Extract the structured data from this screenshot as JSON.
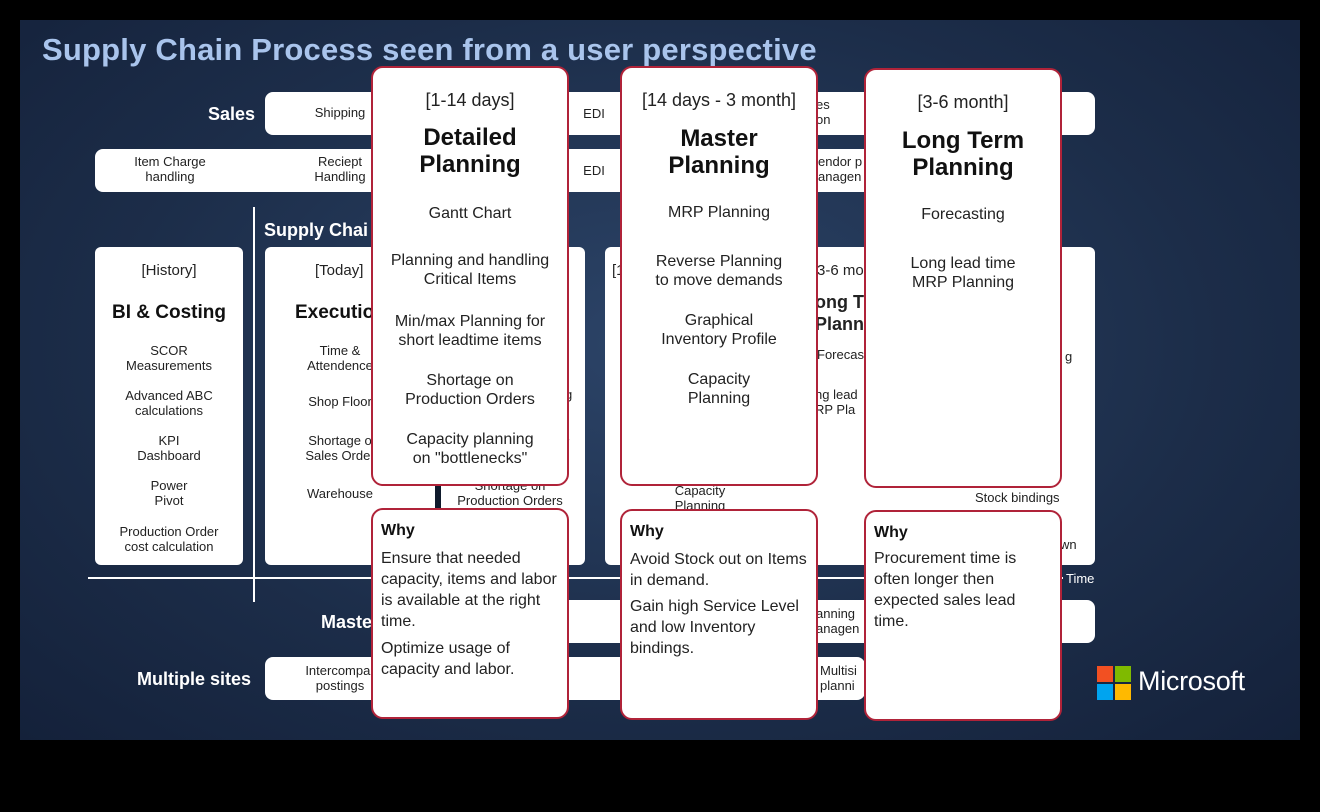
{
  "title": "Supply Chain Process seen from a user perspective",
  "rows": {
    "sales": "Sales",
    "supply_chain": "Supply Chai",
    "master": "Maste",
    "multiple_sites": "Multiple sites"
  },
  "bands": {
    "sales": {
      "shipping": "Shipping",
      "edi": "EDI",
      "right_partial": "es\non"
    },
    "receipt": {
      "item_charge": "Item Charge\nhandling",
      "receipt": "Reciept\nHandling",
      "edi": "EDI",
      "right_partial": "endor p\nanagen"
    },
    "master": {
      "right_partial": "anning\nanagen"
    },
    "multiple_sites": {
      "intercompany": "Intercompar\npostings",
      "right_partial": "Multisi\nplanni"
    }
  },
  "columns": {
    "history": {
      "range": "[History]",
      "title": "BI & Costing",
      "items": [
        "SCOR\nMeasurements",
        "Advanced ABC\ncalculations",
        "KPI\nDashboard",
        "Power\nPivot",
        "Production Order\ncost calculation"
      ]
    },
    "today": {
      "range": "[Today]",
      "title": "Executio",
      "items": [
        "Time &\nAttendence",
        "Shop Floor",
        "Shortage o\nSales Order",
        "Warehouse"
      ]
    },
    "partial_fragments": {
      "detailed_bottom": "Production Orders",
      "detailed_bottom_top": "Shortage on",
      "g_fragment": "g",
      "r_fragment": "r",
      "master_bottom": "Planning",
      "master_bottom_top": "Capacity",
      "bracket_fragment": "[1",
      "longterm_range": "3-6 mo",
      "longterm_title": "ong T\nPlanni",
      "forecast_fragment": "Forecas",
      "leadtime_fragment": "ng lead\nRP Pla",
      "right_g": "g",
      "stock_bindings": "Stock bindings",
      "own_fragment": "wn"
    }
  },
  "time_label": "Time",
  "cards": [
    {
      "range": "[1-14 days]",
      "title": "Detailed\nPlanning",
      "items": [
        "Gantt Chart",
        "Planning and handling\nCritical Items",
        "Min/max Planning for\nshort leadtime items",
        "Shortage on\nProduction Orders",
        "Capacity planning\non \"bottlenecks\""
      ],
      "why_title": "Why",
      "why": [
        "Ensure that needed capacity, items and labor is available at the right time.",
        "Optimize usage of capacity and labor."
      ]
    },
    {
      "range": "[14 days - 3 month]",
      "title": "Master\nPlanning",
      "items": [
        "MRP Planning",
        "Reverse Planning\nto move demands",
        "Graphical\nInventory Profile",
        "Capacity\nPlanning"
      ],
      "why_title": "Why",
      "why": [
        "Avoid Stock out on Items in demand.",
        "Gain high Service Level and low Inventory bindings."
      ]
    },
    {
      "range": "[3-6 month]",
      "title": "Long Term\nPlanning",
      "items": [
        "Forecasting",
        "Long lead time\nMRP Planning"
      ],
      "why_title": "Why",
      "why": [
        "Procurement time is often longer then expected sales lead time."
      ]
    }
  ],
  "logo": {
    "text": "Microsoft",
    "colors": [
      "#f25022",
      "#7fba00",
      "#00a4ef",
      "#ffb900"
    ]
  }
}
